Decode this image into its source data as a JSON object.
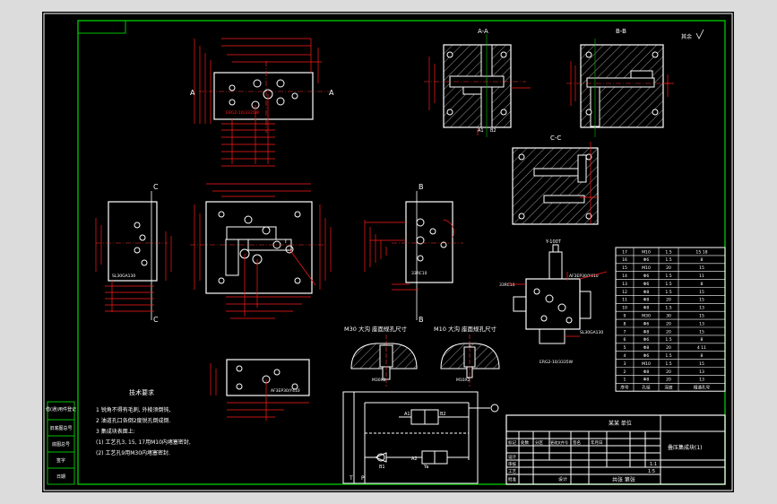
{
  "views": {
    "section_aa": "A-A",
    "section_bb": "B-B",
    "section_cc": "C-C",
    "cut_a_left": "A",
    "cut_a_right": "A",
    "cut_b_top": "B",
    "cut_b_bottom": "B",
    "cut_c_top": "C",
    "cut_c_bottom": "C",
    "roughness_note": "其余"
  },
  "labels": {
    "valve_top": "Y-100T",
    "valve_right_top": "AF3EP30/Y410",
    "valve_bottom": "ERG2-10/3335W",
    "valve_right_side": "SL30GA130",
    "valve_left_side": "33RC10",
    "front_note": "ERG2-10/3335W",
    "bottom_note": "AF3EP30/Y410",
    "side_note": "SL30GA130",
    "right_view_note": "33RC10"
  },
  "thread_details": {
    "m30_title": "M30 大沟 座面规孔尺寸",
    "m10_title": "M10 大沟 座面规孔尺寸",
    "m30_label": "M30X2",
    "m10_label": "M10X2"
  },
  "tech_requirements": {
    "title": "技术要求",
    "lines": [
      "1 锐角不得有毛刺, 外棱须倒钝,",
      "2 油道孔口各倒2度锐孔倒成倒.",
      "3 集成块表面上:",
      "(1) 工艺孔3, 15, 17用M10内堵塞密封,",
      "(2) 工艺孔9用M30内堵塞密封."
    ]
  },
  "hydraulic_ports": [
    "A1",
    "B1",
    "A2",
    "B2",
    "Ya",
    "T",
    "P"
  ],
  "title_block": {
    "drawing_name": "叠压集成块(1)",
    "designer_label": "设计",
    "org_label": "某某 单位",
    "company": "共张 第张",
    "scale": "1:1",
    "sheet_label": "1:5",
    "col_headers": [
      "标记",
      "处数",
      "分区",
      "更改文件号",
      "签名",
      "年月日"
    ],
    "row_labels": [
      "设计",
      "审核",
      "工艺",
      "批准"
    ]
  },
  "hole_table": {
    "rows": [
      [
        "17",
        "M10",
        "1.5",
        "15 18"
      ],
      [
        "16",
        "Φ6",
        "1.5",
        "8"
      ],
      [
        "15",
        "M10",
        "20",
        "15"
      ],
      [
        "14",
        "Φ6",
        "1.5",
        "11"
      ],
      [
        "13",
        "Φ6",
        "1.5",
        "8"
      ],
      [
        "12",
        "Φ8",
        "1.5",
        "15"
      ],
      [
        "11",
        "Φ8",
        "20",
        "15"
      ],
      [
        "10",
        "Φ8",
        "1.5",
        "13"
      ],
      [
        "9",
        "M30",
        "30",
        "15"
      ],
      [
        "8",
        "Φ6",
        "20",
        "13"
      ],
      [
        "7",
        "Φ8",
        "20",
        "15"
      ],
      [
        "6",
        "Φ6",
        "1.5",
        "8"
      ],
      [
        "5",
        "Φ8",
        "20",
        "4 11"
      ],
      [
        "4",
        "Φ6",
        "1.5",
        "8"
      ],
      [
        "3",
        "M10",
        "1.5",
        "15"
      ],
      [
        "2",
        "Φ8",
        "20",
        "13"
      ],
      [
        "1",
        "Φ8",
        "20",
        "13"
      ],
      [
        "序号",
        "孔径",
        "深度",
        "相通孔号"
      ]
    ]
  },
  "side_strip": [
    "借(通)用件登记",
    "旧底图总号",
    "底图总号",
    "签字",
    "日期"
  ],
  "colors": {
    "sheet_bg": "#000000",
    "outer_bg": "#dcdcdc",
    "frame": "#ffffff",
    "border_green": "#00c000",
    "dimension_red": "#ff1a1a",
    "centerline": "#ff3333",
    "text_white": "#ffffff",
    "hatch": "#c8c8c8"
  }
}
